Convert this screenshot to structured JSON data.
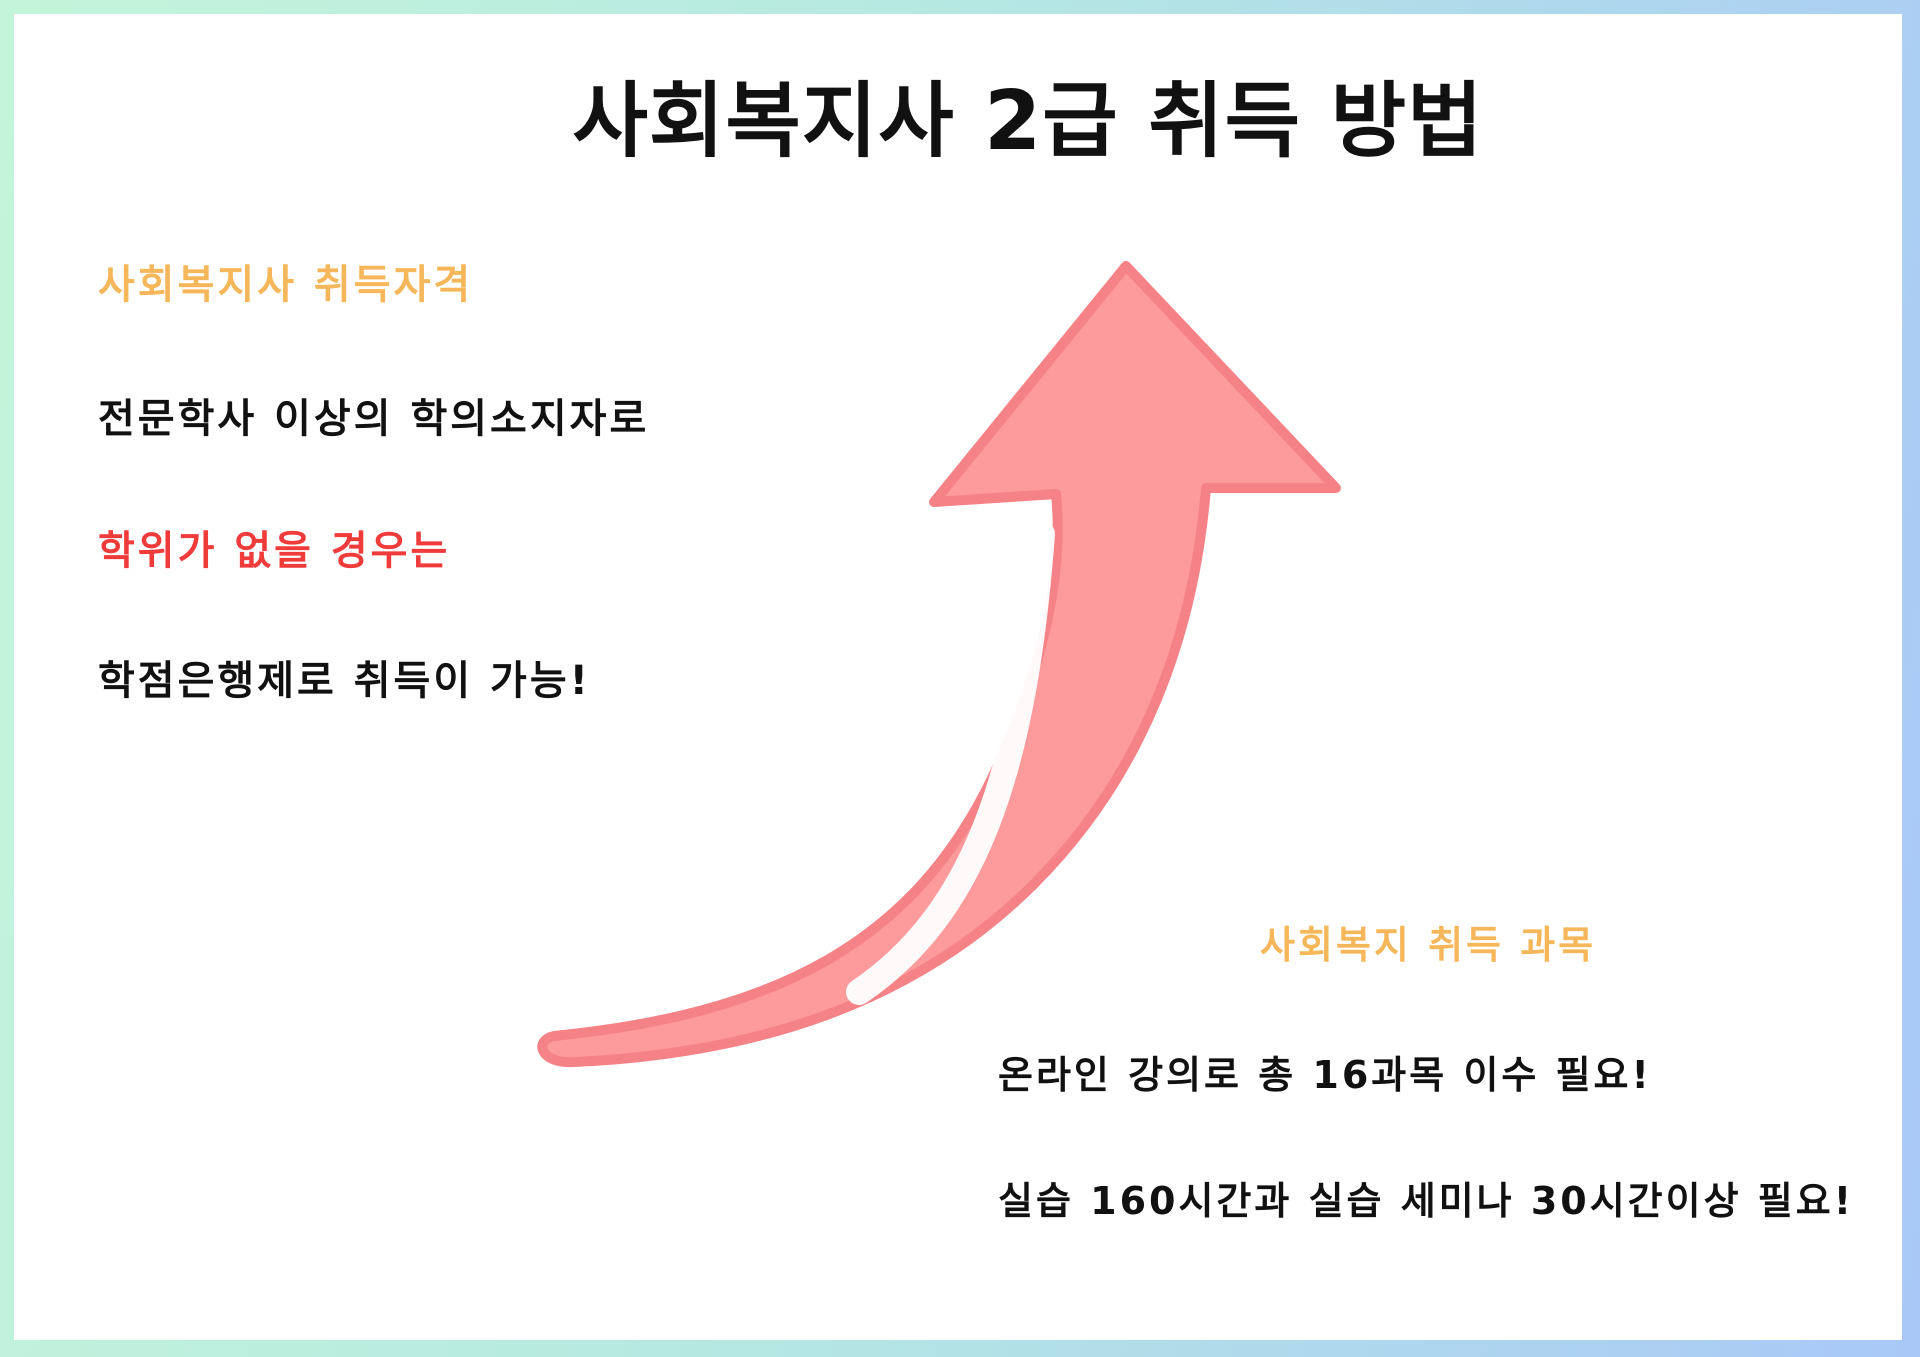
{
  "title": "사회복지사 2급 취득 방법",
  "left": {
    "heading": "사회복지사 취득자격",
    "line1": "전문학사 이상의 학의소지자로",
    "line2": "학위가 없을 경우는",
    "line3": "학점은행제로 취득이 가능!"
  },
  "right": {
    "heading": "사회복지 취득 과목",
    "line1": "온라인 강의로 총 16과목 이수 필요!",
    "line2": "실습 160시간과 실습 세미나 30시간이상 필요!"
  },
  "colors": {
    "accent_orange": "#f6b65a",
    "accent_red": "#f03b3b",
    "arrow_fill": "#fd9a9c",
    "arrow_stroke": "#f58287"
  },
  "icons": {
    "arrow": "curved-up-arrow-icon"
  }
}
